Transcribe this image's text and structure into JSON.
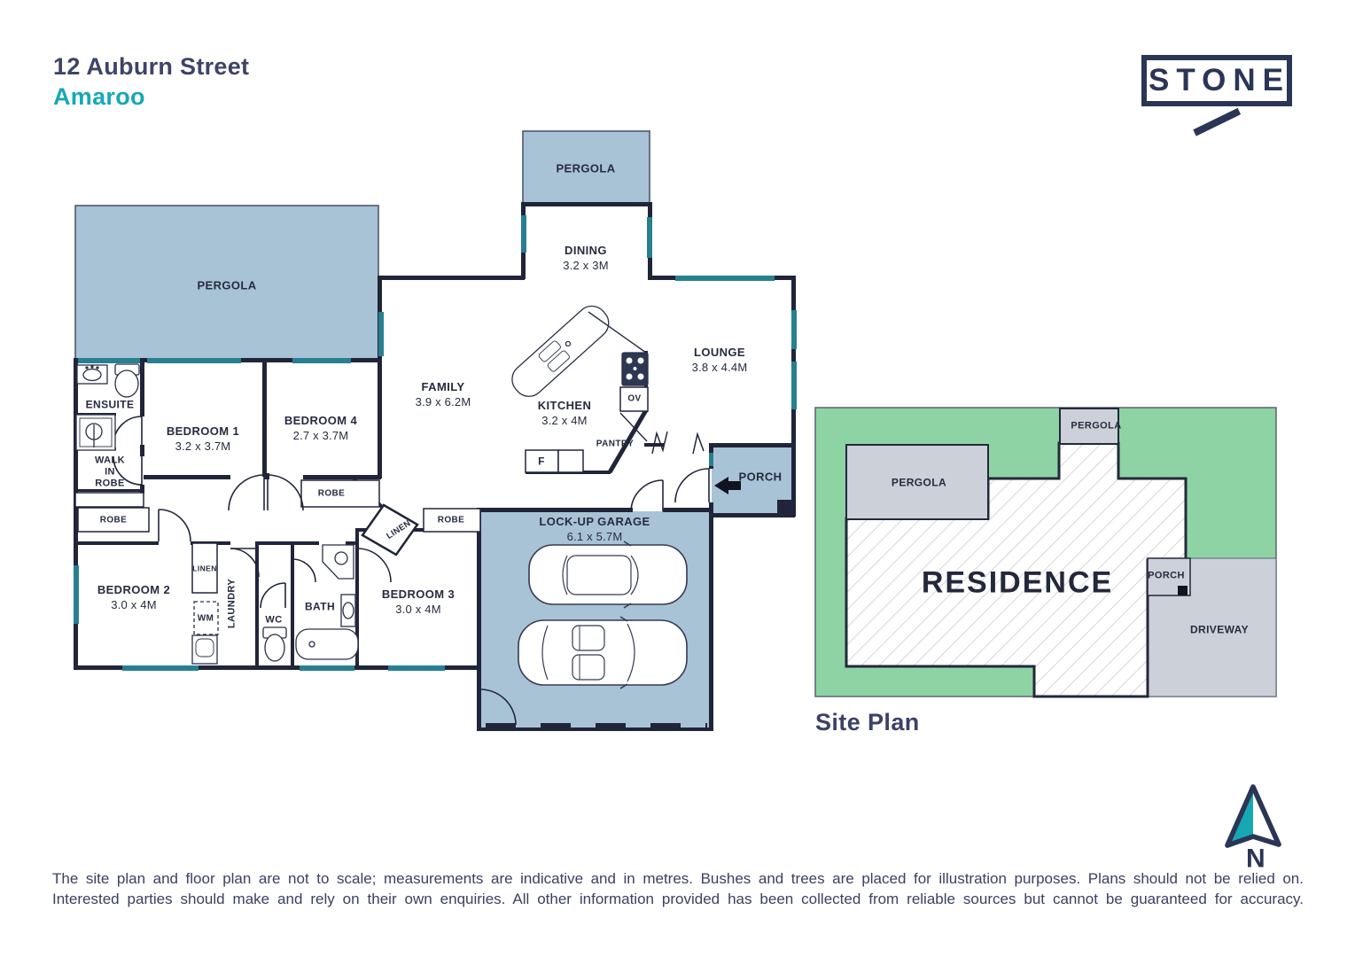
{
  "header": {
    "address": "12 Auburn Street",
    "suburb": "Amaroo"
  },
  "logo": {
    "brand": "STONE"
  },
  "floorplan": {
    "pergola_top": "PERGOLA",
    "pergola_left": "PERGOLA",
    "dining": {
      "name": "DINING",
      "dims": "3.2 x 3M"
    },
    "family": {
      "name": "FAMILY",
      "dims": "3.9 x 6.2M"
    },
    "kitchen": {
      "name": "KITCHEN",
      "dims": "3.2 x 4M"
    },
    "lounge": {
      "name": "LOUNGE",
      "dims": "3.8 x 4.4M"
    },
    "bedroom1": {
      "name": "BEDROOM 1",
      "dims": "3.2 x 3.7M"
    },
    "bedroom2": {
      "name": "BEDROOM 2",
      "dims": "3.0 x 4M"
    },
    "bedroom3": {
      "name": "BEDROOM 3",
      "dims": "3.0 x 4M"
    },
    "bedroom4": {
      "name": "BEDROOM 4",
      "dims": "2.7 x 3.7M"
    },
    "garage": {
      "name": "LOCK-UP GARAGE",
      "dims": "6.1 x 5.7M"
    },
    "ensuite": "ENSUITE",
    "walk_in_robe": {
      "l1": "WALK",
      "l2": "IN",
      "l3": "ROBE"
    },
    "robe": "ROBE",
    "linen": "LINEN",
    "laundry": "LAUNDRY",
    "bath": "BATH",
    "wc": "WC",
    "wm": "WM",
    "ov": "OV",
    "fridge": "F",
    "pantry": "PANTRY",
    "porch": "PORCH"
  },
  "siteplan": {
    "pergola_top": "PERGOLA",
    "pergola_left": "PERGOLA",
    "residence": "RESIDENCE",
    "porch": "PORCH",
    "driveway": "DRIVEWAY",
    "caption": "Site Plan"
  },
  "compass": {
    "north": "N"
  },
  "footer": {
    "line1": "The site plan and floor plan are not to scale; measurements are indicative and in metres. Bushes and trees are placed for illustration purposes. Plans should not be relied on.",
    "line2": "Interested parties should make and rely on their own enquiries. All other information provided has been collected from reliable sources but cannot be guaranteed for accuracy."
  },
  "colors": {
    "navy": "#2b3556",
    "teal": "#17a8b6",
    "plan_fill": "#a9c3d6",
    "window_teal": "#27808f",
    "site_green": "#8ed3a4",
    "site_grey": "#ccd0d9",
    "wall": "#20253a"
  }
}
